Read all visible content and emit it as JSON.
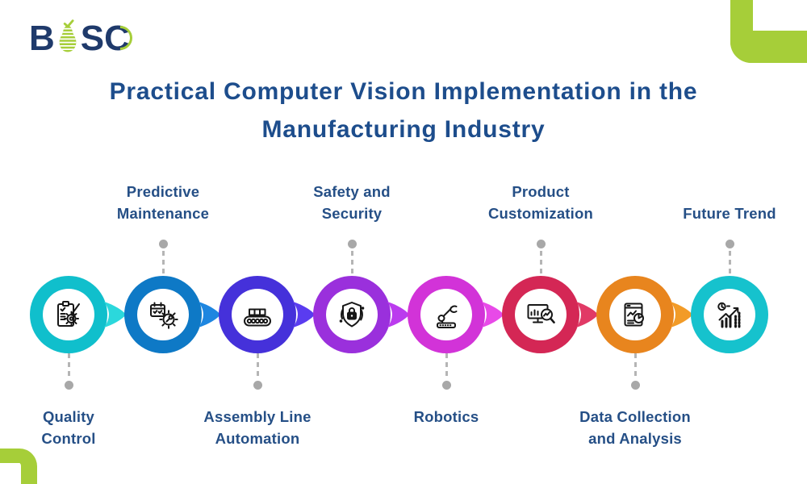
{
  "logo": {
    "part1": "B",
    "part2": "S",
    "part3": "C"
  },
  "title_lines": [
    "Practical Computer Vision Implementation in the",
    "Manufacturing Industry"
  ],
  "colors": {
    "title": "#1d4d8c",
    "label": "#254f86",
    "accent_green": "#a6ce39",
    "connector": "#b5b5b5",
    "dot": "#a8a8a8",
    "icon_stroke": "#161616"
  },
  "steps": [
    {
      "label": "Quality\nControl",
      "position": "bottom",
      "ring_color": "#10bfcc",
      "pointer_color": "#2bd8dc",
      "icon": "quality-control-icon",
      "has_pointer": true
    },
    {
      "label": "Predictive\nMaintenance",
      "position": "top",
      "ring_color": "#0e79c6",
      "pointer_color": "#1e86e0",
      "icon": "predictive-maintenance-icon",
      "has_pointer": true
    },
    {
      "label": "Assembly Line\nAutomation",
      "position": "bottom",
      "ring_color": "#4531da",
      "pointer_color": "#5a3cf0",
      "icon": "conveyor-belt-icon",
      "has_pointer": true
    },
    {
      "label": "Safety and\nSecurity",
      "position": "top",
      "ring_color": "#9a30dc",
      "pointer_color": "#bb3bee",
      "icon": "security-shield-icon",
      "has_pointer": true
    },
    {
      "label": "Robotics",
      "position": "bottom",
      "ring_color": "#d233d8",
      "pointer_color": "#e84ae8",
      "icon": "robot-arm-icon",
      "has_pointer": true
    },
    {
      "label": "Product\nCustomization",
      "position": "top",
      "ring_color": "#d42755",
      "pointer_color": "#e13a66",
      "icon": "monitor-magnifier-icon",
      "has_pointer": true
    },
    {
      "label": "Data Collection\nand Analysis",
      "position": "bottom",
      "ring_color": "#e8851e",
      "pointer_color": "#f29b28",
      "icon": "charts-report-icon",
      "has_pointer": true
    },
    {
      "label": "Future Trend",
      "position": "top",
      "ring_color": "#16c2cd",
      "pointer_color": "#16c2cd",
      "icon": "trend-forecast-icon",
      "has_pointer": false
    }
  ]
}
